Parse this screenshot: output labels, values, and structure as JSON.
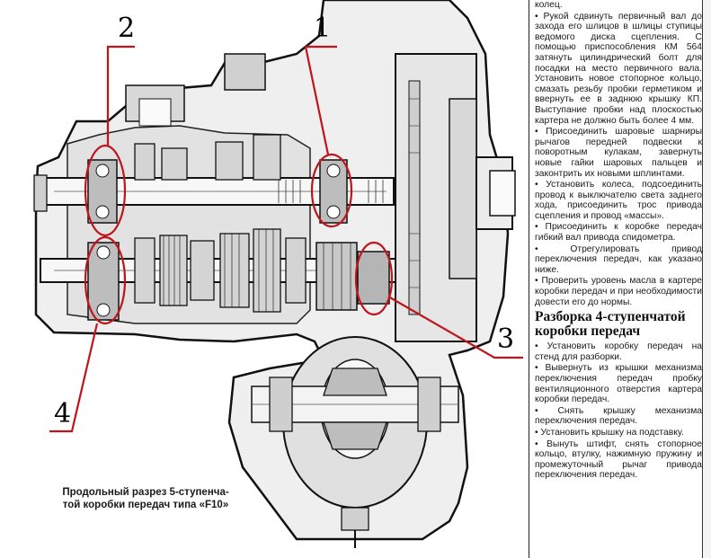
{
  "figure": {
    "caption_line1": "Продольный разрез 5-ступенча-",
    "caption_line2": "той коробки передач типа «F10»",
    "callouts": [
      "1",
      "2",
      "3",
      "4"
    ],
    "callout_color": "#c0141c"
  },
  "text_column": {
    "top_paragraphs": [
      "колец.",
      "• Рукой сдвинуть первичный вал до захода его шлицов в шлицы ступицы ведомого диска сцепления. С помощью приспособления КМ 564 затянуть цилиндрический болт для посадки на место первичного вала. Установить новое стопорное кольцо, смазать резьбу пробки герметиком и ввернуть ее в заднюю крышку КП. Выступание пробки над плоскостью картера не должно быть более 4 мм.",
      "• Присоединить шаровые шарниры рычагов передней подвески к поворотным кулакам, завернуть новые гайки шаровых пальцев и законтрить их новыми шплинтами.",
      "• Установить колеса, подсоединить провод к выключателю света заднего хода, присоединить трос привода сцепления и провод «массы».",
      "• Присоединить к коробке передач гибкий вал привода спидометра.",
      "• Отрегулировать привод переключения передач, как указано ниже.",
      "• Проверить уровень масла в картере коробки передач и при необходимости довести его до нормы."
    ],
    "heading": "Разборка 4-ступенчатой коробки передач",
    "bottom_paragraphs": [
      "• Установить коробку передач на стенд для разборки.",
      "• Вывернуть из крышки механизма переключения передач пробку вентиляционного отверстия картера коробки передач.",
      "• Снять крышку механизма переключения передач.",
      "• Установить крышку на подставку.",
      "• Вынуть штифт, снять стопорное кольцо, втулку, нажимную пружину и промежуточный рычаг привода переключения передач."
    ]
  }
}
